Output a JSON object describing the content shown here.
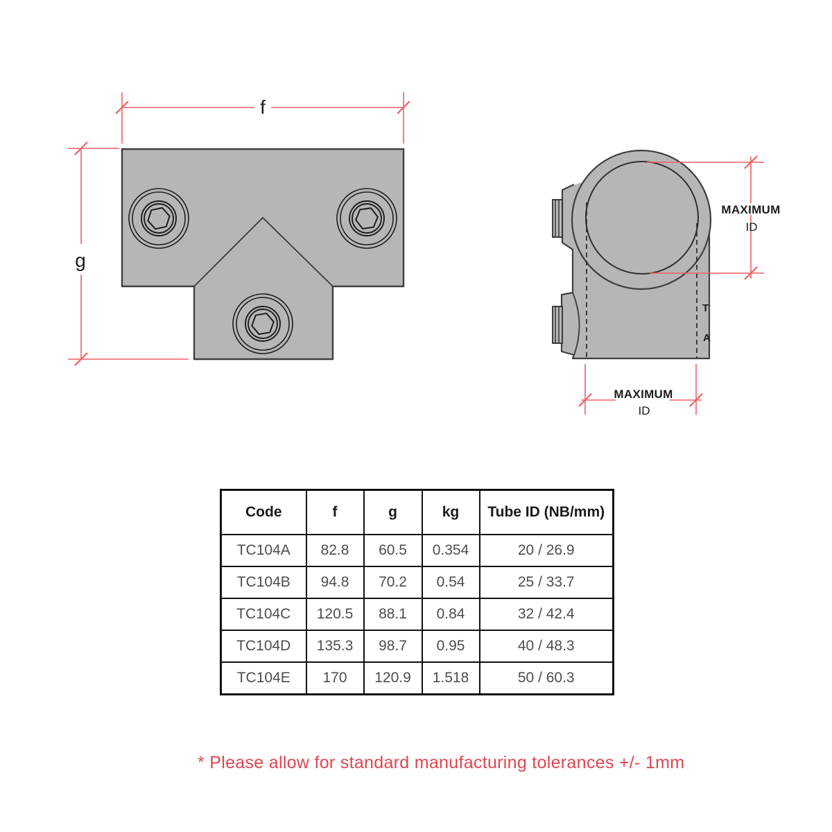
{
  "page": {
    "background_color": "#ffffff"
  },
  "palette": {
    "part_fill": "#b6b6b6",
    "part_outline": "#3f3f3f",
    "screw_line": "#1c1c1c",
    "dimension_red": "#f15e62",
    "note_red": "#e04550",
    "table_border": "#111111",
    "header_text": "#1a1a1a",
    "cell_text": "#4d4d4d"
  },
  "front_view": {
    "f_label": "f",
    "g_label": "g"
  },
  "side_view": {
    "right_dim": {
      "line1": "MAXIMUM",
      "line2": "ID"
    },
    "bottom_dim": {
      "line1": "MAXIMUM",
      "line2": "ID"
    },
    "fragments": [
      "T",
      "A"
    ]
  },
  "table": {
    "headers": [
      "Code",
      "f",
      "g",
      "kg",
      "Tube ID (NB/mm)"
    ],
    "rows": [
      [
        "TC104A",
        "82.8",
        "60.5",
        "0.354",
        "20 / 26.9"
      ],
      [
        "TC104B",
        "94.8",
        "70.2",
        "0.54",
        "25 / 33.7"
      ],
      [
        "TC104C",
        "120.5",
        "88.1",
        "0.84",
        "32 / 42.4"
      ],
      [
        "TC104D",
        "135.3",
        "98.7",
        "0.95",
        "40 / 48.3"
      ],
      [
        "TC104E",
        "170",
        "120.9",
        "1.518",
        "50 / 60.3"
      ]
    ]
  },
  "footnote": "* Please allow for standard manufacturing tolerances +/- 1mm"
}
